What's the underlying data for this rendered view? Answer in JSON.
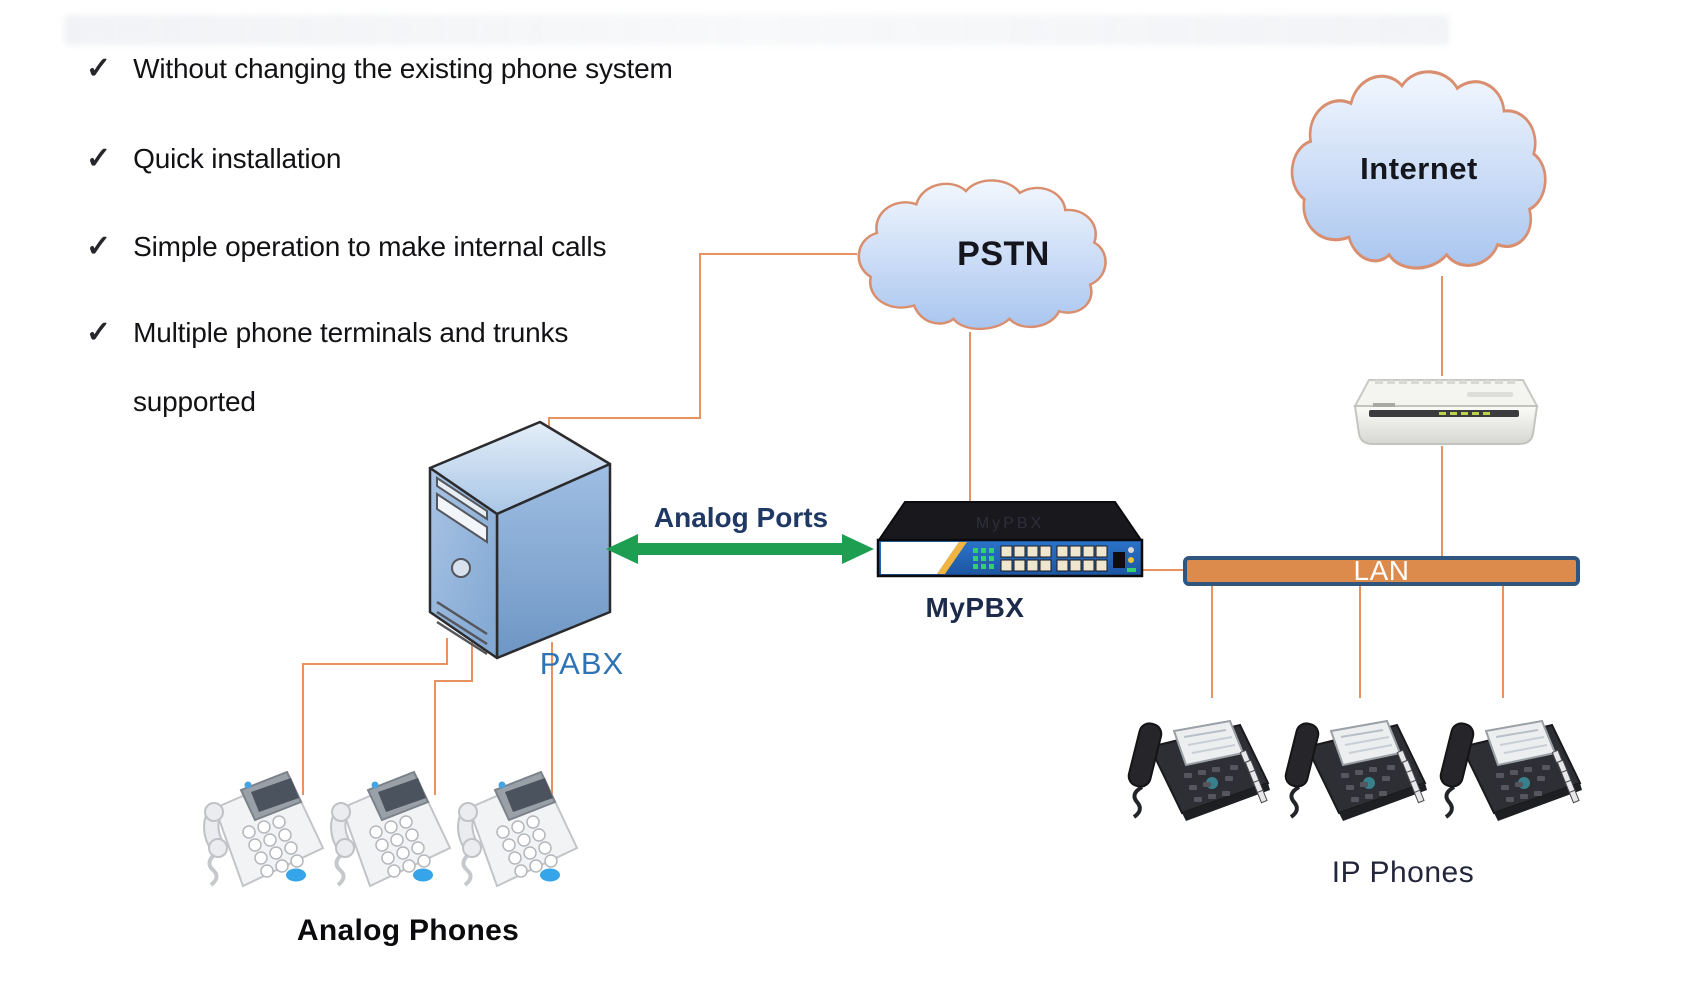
{
  "features": {
    "check_glyph": "✓",
    "items": [
      {
        "label": "Without changing the existing phone system"
      },
      {
        "label": "Quick installation"
      },
      {
        "label": "Simple operation to make internal calls"
      },
      {
        "label": "Multiple phone terminals and trunks"
      }
    ],
    "item4_continuation": "supported"
  },
  "nodes": {
    "pstn": {
      "label": "PSTN"
    },
    "internet": {
      "label": "Internet"
    },
    "pabx": {
      "label": "PABX"
    },
    "mypbx": {
      "label": "MyPBX",
      "emboss": "MyPBX"
    },
    "lan": {
      "label": "LAN"
    },
    "analog_ports": {
      "label": "Analog Ports"
    },
    "ip_phones": {
      "label": "IP Phones"
    },
    "analog_phones": {
      "label": "Analog Phones"
    }
  },
  "colors": {
    "connector_orange": "#E8935F",
    "cloud_outline": "#D98F6F",
    "cloud_fill_top": "#F2F7FE",
    "cloud_fill_bottom": "#A9C5EF",
    "arrow_green": "#1E9E50",
    "lan_fill": "#DD8A4D",
    "lan_border": "#31567E",
    "pabx_label_blue": "#2E74B5",
    "label_navy": "#1F3864",
    "text_black": "#121215"
  }
}
